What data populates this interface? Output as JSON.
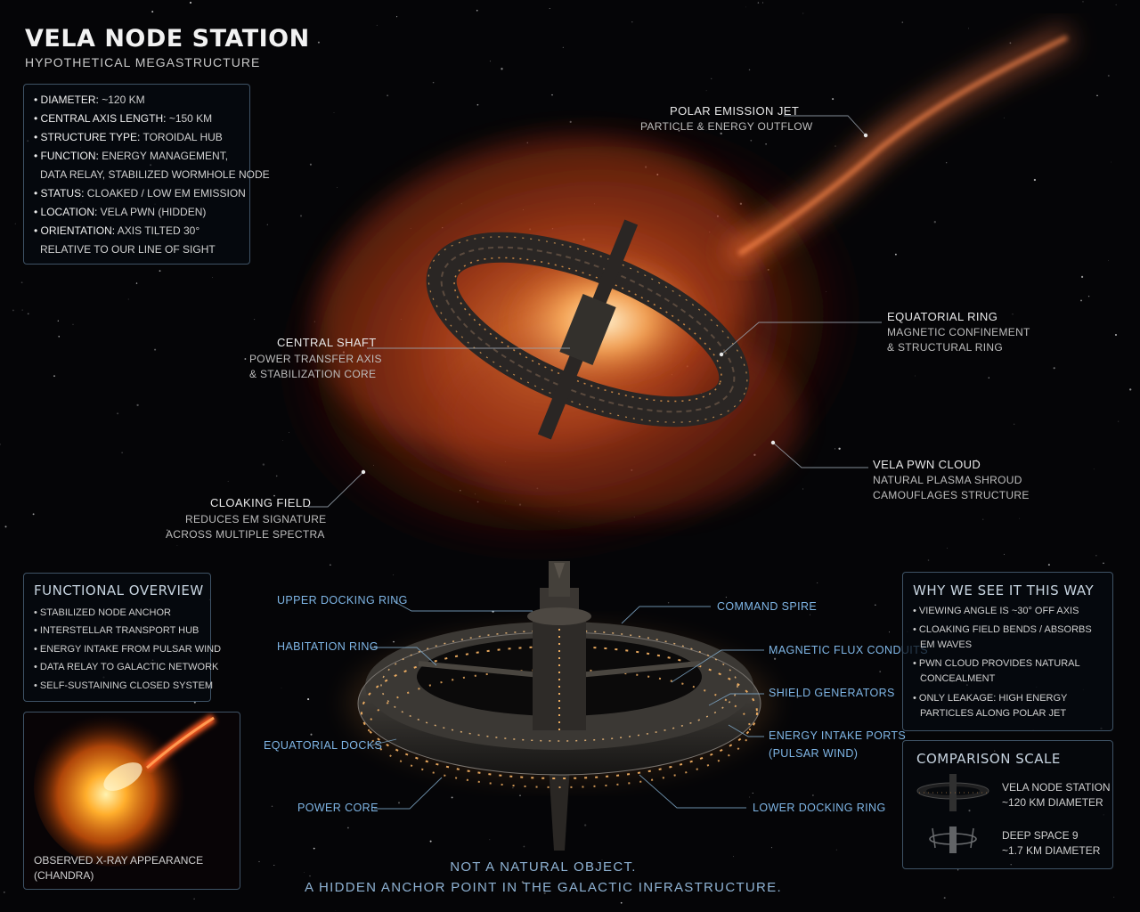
{
  "header": {
    "title": "VELA NODE STATION",
    "subtitle": "HYPOTHETICAL MEGASTRUCTURE"
  },
  "specs": [
    {
      "key": "• DIAMETER:",
      "value": "~120 KM"
    },
    {
      "key": "• CENTRAL AXIS LENGTH:",
      "value": "~150 KM"
    },
    {
      "key": "• STRUCTURE TYPE:",
      "value": "TOROIDAL HUB"
    },
    {
      "key": "• FUNCTION:",
      "value": "ENERGY MANAGEMENT,"
    },
    {
      "key": "",
      "value": "DATA RELAY, STABILIZED WORMHOLE NODE"
    },
    {
      "key": "• STATUS:",
      "value": "CLOAKED / LOW EM EMISSION"
    },
    {
      "key": "• LOCATION:",
      "value": "VELA PWN (HIDDEN)"
    },
    {
      "key": "• ORIENTATION:",
      "value": "AXIS TILTED 30°"
    },
    {
      "key": "",
      "value": "RELATIVE TO OUR LINE OF SIGHT"
    }
  ],
  "callouts": {
    "polar_jet": {
      "title": "POLAR EMISSION JET",
      "line1": "PARTICLE & ENERGY OUTFLOW"
    },
    "equatorial_ring": {
      "title": "EQUATORIAL RING",
      "line1": "MAGNETIC CONFINEMENT",
      "line2": "& STRUCTURAL RING"
    },
    "central_shaft": {
      "title": "CENTRAL SHAFT",
      "line1": "POWER TRANSFER AXIS",
      "line2": "& STABILIZATION CORE"
    },
    "vela_cloud": {
      "title": "VELA PWN CLOUD",
      "line1": "NATURAL PLASMA SHROUD",
      "line2": "CAMOUFLAGES STRUCTURE"
    },
    "cloaking_field": {
      "title": "CLOAKING FIELD",
      "line1": "REDUCES EM SIGNATURE",
      "line2": "ACROSS MULTIPLE SPECTRA"
    }
  },
  "functional_overview": {
    "title": "FUNCTIONAL OVERVIEW",
    "items": [
      "• STABILIZED NODE ANCHOR",
      "• INTERSTELLAR TRANSPORT HUB",
      "• ENERGY INTAKE FROM PULSAR WIND",
      "• DATA RELAY TO GALACTIC NETWORK",
      "• SELF-SUSTAINING CLOSED SYSTEM"
    ]
  },
  "xray": {
    "caption1": "OBSERVED X-RAY APPEARANCE",
    "caption2": "(CHANDRA)"
  },
  "station_labels": {
    "upper_docking_ring": "UPPER DOCKING RING",
    "habitation_ring": "HABITATION RING",
    "equatorial_docks": "EQUATORIAL DOCKS",
    "power_core": "POWER CORE",
    "command_spire": "COMMAND SPIRE",
    "magnetic_flux_conduits": "MAGNETIC FLUX CONDUITS",
    "shield_generators": "SHIELD GENERATORS",
    "energy_intake_ports": "ENERGY INTAKE PORTS",
    "energy_intake_ports_2": "(PULSAR WIND)",
    "lower_docking_ring": "LOWER DOCKING RING"
  },
  "why": {
    "title": "WHY WE SEE IT THIS WAY",
    "items": [
      "• VIEWING ANGLE IS ~30° OFF AXIS",
      "• CLOAKING FIELD BENDS / ABSORBS",
      "  EM WAVES",
      "• PWN CLOUD PROVIDES NATURAL",
      "  CONCEALMENT",
      "• ONLY LEAKAGE: HIGH ENERGY",
      "  PARTICLES ALONG POLAR JET"
    ]
  },
  "comparison": {
    "title": "COMPARISON SCALE",
    "vela_name": "VELA NODE STATION",
    "vela_size": "~120 KM DIAMETER",
    "ds9_name": "DEEP SPACE 9",
    "ds9_size": "~1.7 KM DIAMETER"
  },
  "tagline": {
    "line1": "NOT A NATURAL OBJECT.",
    "line2": "A HIDDEN ANCHOR POINT IN THE GALACTIC INFRASTRUCTURE."
  },
  "colors": {
    "background": "#050507",
    "nebula": "#c8461c",
    "panel_border": "#3f5366",
    "accent_blue": "#7fb6e6"
  }
}
